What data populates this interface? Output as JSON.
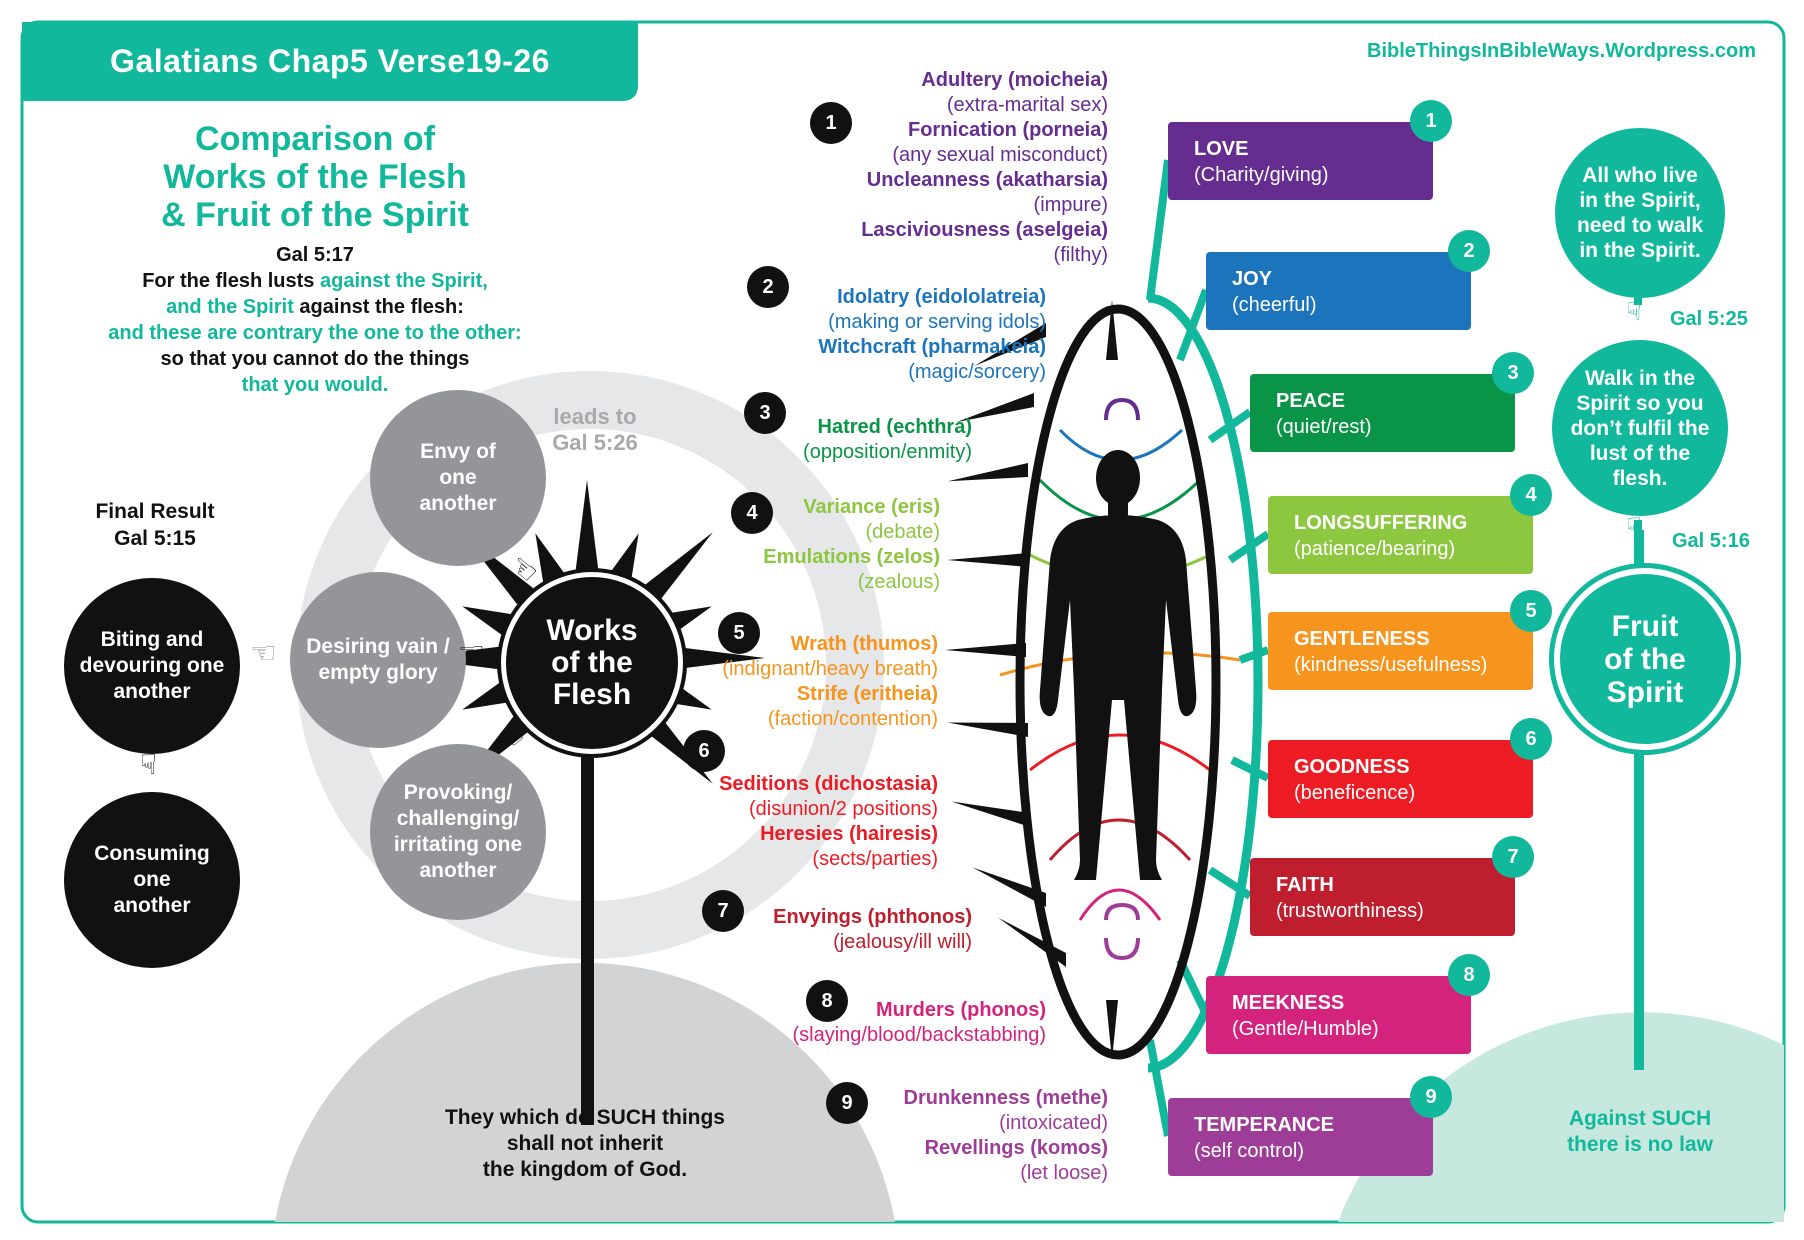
{
  "title": "Galatians Chap5 Verse19-26",
  "website": "BibleThingsInBibleWays.Wordpress.com",
  "heading": [
    "Comparison of",
    "Works of the Flesh",
    "& Fruit of the Spirit"
  ],
  "verse": {
    "ref": "Gal 5:17",
    "line1a": "For the flesh lusts ",
    "line1b": "against the Spirit,",
    "line2a": "and the Spirit",
    "line2b": " against the flesh:",
    "line3": "and these are contrary the one to the other:",
    "line4": "so that you cannot do the things",
    "line5": "that you would."
  },
  "final_result": {
    "label": "Final Result",
    "ref": "Gal 5:15"
  },
  "biting": "Biting and devouring one another",
  "consuming": "Consuming one another",
  "desiring": "Desiring vain / empty glory",
  "envy": "Envy of one another",
  "provoking": "Provoking/ challenging/ irritating one another",
  "leads_to": {
    "line1": "leads to",
    "line2": "Gal 5:26"
  },
  "works_center": [
    "Works",
    "of the",
    "Flesh"
  ],
  "inherit": [
    "They which do SUCH things",
    "shall not inherit",
    "the kingdom of God."
  ],
  "works": [
    {
      "num": "1",
      "items": [
        {
          "name": "Adultery (moicheia)",
          "meaning": "(extra-marital sex)"
        },
        {
          "name": "Fornication (porneia)",
          "meaning": "(any sexual misconduct)"
        },
        {
          "name": "Uncleanness (akatharsia)",
          "meaning": "(impure)"
        },
        {
          "name": "Lasciviousness (aselgeia)",
          "meaning": "(filthy)"
        }
      ]
    },
    {
      "num": "2",
      "items": [
        {
          "name": "Idolatry (eidololatreia)",
          "meaning": "(making or serving idols)"
        },
        {
          "name": "Witchcraft (pharmakeia)",
          "meaning": "(magic/sorcery)"
        }
      ]
    },
    {
      "num": "3",
      "items": [
        {
          "name": "Hatred (echthra)",
          "meaning": "(opposition/enmity)"
        }
      ]
    },
    {
      "num": "4",
      "items": [
        {
          "name": "Variance (eris)",
          "meaning": "(debate)"
        },
        {
          "name": "Emulations (zelos)",
          "meaning": "(zealous)"
        }
      ]
    },
    {
      "num": "5",
      "items": [
        {
          "name": "Wrath (thumos)",
          "meaning": "(indignant/heavy breath)"
        },
        {
          "name": "Strife (eritheia)",
          "meaning": "(faction/contention)"
        }
      ]
    },
    {
      "num": "6",
      "items": [
        {
          "name": "Seditions (dichostasia)",
          "meaning": "(disunion/2 positions)"
        },
        {
          "name": "Heresies (hairesis)",
          "meaning": "(sects/parties)"
        }
      ]
    },
    {
      "num": "7",
      "items": [
        {
          "name": "Envyings (phthonos)",
          "meaning": "(jealousy/ill will)"
        }
      ]
    },
    {
      "num": "8",
      "items": [
        {
          "name": "Murders (phonos)",
          "meaning": "(slaying/blood/backstabbing)"
        }
      ]
    },
    {
      "num": "9",
      "items": [
        {
          "name": "Drunkenness (methe)",
          "meaning": "(intoxicated)"
        },
        {
          "name": "Revellings (komos)",
          "meaning": "(let loose)"
        }
      ]
    }
  ],
  "fruits": [
    {
      "num": "1",
      "name": "LOVE",
      "desc": "(Charity/giving)",
      "color": "#662d91"
    },
    {
      "num": "2",
      "name": "JOY",
      "desc": "(cheerful)",
      "color": "#1c75bc"
    },
    {
      "num": "3",
      "name": "PEACE",
      "desc": "(quiet/rest)",
      "color": "#0a9447"
    },
    {
      "num": "4",
      "name": "LONGSUFFERING",
      "desc": "(patience/bearing)",
      "color": "#8dc63f"
    },
    {
      "num": "5",
      "name": "GENTLENESS",
      "desc": "(kindness/usefulness)",
      "color": "#f7941d"
    },
    {
      "num": "6",
      "name": "GOODNESS",
      "desc": "(beneficence)",
      "color": "#ed1c24"
    },
    {
      "num": "7",
      "name": "FAITH",
      "desc": "(trustworthiness)",
      "color": "#be1e2d"
    },
    {
      "num": "8",
      "name": "MEEKNESS",
      "desc": "(Gentle/Humble)",
      "color": "#d4237d"
    },
    {
      "num": "9",
      "name": "TEMPERANCE",
      "desc": "(self control)",
      "color": "#9e3d98"
    }
  ],
  "work_colors": [
    "#662d91",
    "#1c75bc",
    "#0a9447",
    "#8dc63f",
    "#f7941d",
    "#ed1c24",
    "#be1e2d",
    "#d4237d",
    "#9e3d98"
  ],
  "bubble1": "All who live in the Spirit, need to walk in the Spirit.",
  "gal525": "Gal 5:25",
  "bubble2": "Walk in the Spirit so you don’t fulfil the lust of the flesh.",
  "gal516": "Gal 5:16",
  "fruit_center": [
    "Fruit",
    "of the",
    "Spirit"
  ],
  "against": [
    "Against SUCH",
    "there is no law"
  ],
  "colors": {
    "teal": "#11b89c",
    "gray": "#939598",
    "light_gray": "#d1d3d4",
    "mint": "#c7e8de"
  }
}
